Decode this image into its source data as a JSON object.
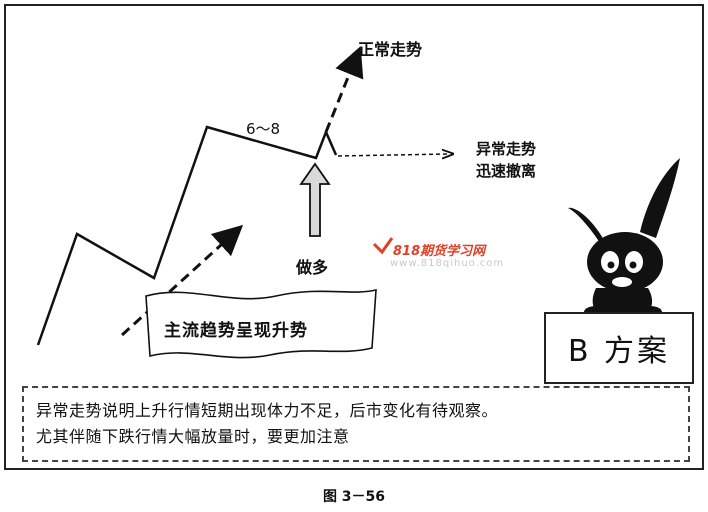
{
  "labels": {
    "normal_trend": "正常走势",
    "abnormal_line1": "异常走势",
    "abnormal_line2": "迅速撤离",
    "range": "6～8",
    "go_long": "做多",
    "main_trend": "主流趋势呈现升势",
    "plan": "B 方案"
  },
  "watermark": {
    "title": "818期货学习网",
    "url": "www.818qihuo.com"
  },
  "note": {
    "line1": "异常走势说明上升行情短期出现体力不足，后市变化有待观察。",
    "line2": "尤其伴随下跌行情大幅放量时，要更加注意"
  },
  "caption": "图 3－56",
  "colors": {
    "line": "#111111",
    "watermark": "#e0402a",
    "arrow_fill": "#d9d9d9"
  },
  "icons": {
    "mascot": "cartoon-rabbit-icon",
    "logo": "checkmark-logo-icon"
  }
}
